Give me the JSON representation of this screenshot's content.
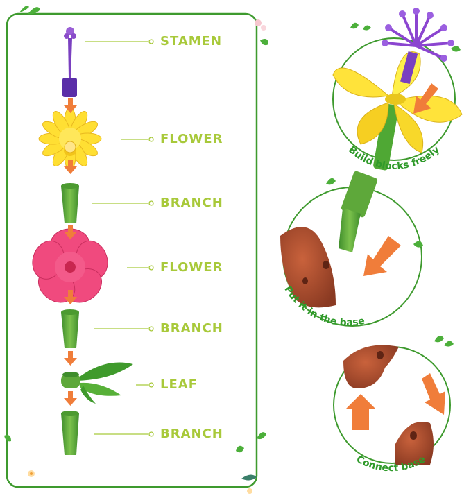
{
  "parts": [
    {
      "id": "stamen",
      "label": "STAMEN"
    },
    {
      "id": "flower1",
      "label": "FLOWER"
    },
    {
      "id": "branch1",
      "label": "BRANCH"
    },
    {
      "id": "flower2",
      "label": "FLOWER"
    },
    {
      "id": "branch2",
      "label": "BRANCH"
    },
    {
      "id": "leaf",
      "label": "LEAF"
    },
    {
      "id": "branch3",
      "label": "BRANCH"
    }
  ],
  "steps": [
    {
      "caption": "Build blocks freely"
    },
    {
      "caption": "Put it in the base"
    },
    {
      "caption": "Connect base"
    }
  ],
  "colors": {
    "frame": "#3e9a2e",
    "label": "#a8c93a",
    "caption": "#2f9a2a",
    "stamen": "#6a35b8",
    "yellow_flower": "#ffd92a",
    "pink_flower": "#ee3f78",
    "branch": "#5ea83a",
    "arrow": "#f07d3a",
    "base": "#a4482c"
  }
}
